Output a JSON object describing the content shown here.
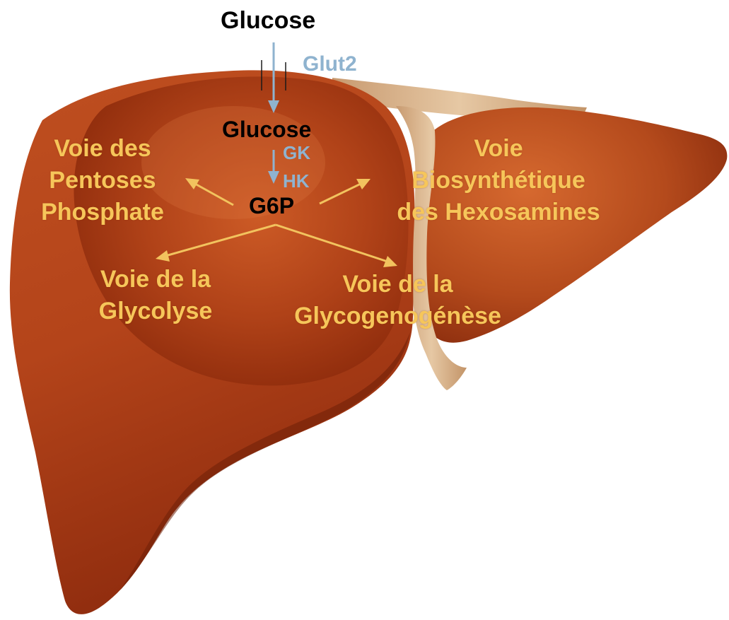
{
  "colors": {
    "background": "#ffffff",
    "liver_dark": "#8e2a0c",
    "liver_mid": "#b8481c",
    "liver_light": "#d2622e",
    "ligament": "#d9b48f",
    "pathway_text": "#f6c65a",
    "enzyme_text": "#8fb3cf",
    "metabolite_text": "#000000",
    "arrow_pathway": "#f2c35e",
    "arrow_transport": "#8fb3cf"
  },
  "labels": {
    "glucose_outside": "Glucose",
    "transporter": "Glut2",
    "glucose_inside": "Glucose",
    "enzyme_1": "GK",
    "enzyme_2": "HK",
    "g6p": "G6P"
  },
  "pathways": {
    "pentose": [
      "Voie des",
      "Pentoses",
      "Phosphate"
    ],
    "hexosamine": [
      "Voie",
      "Biosynthétique",
      "des Hexosamines"
    ],
    "glycolysis": [
      "Voie de la",
      "Glycolyse"
    ],
    "glycogenesis": [
      "Voie de la",
      "Glycogenogénèse"
    ]
  },
  "icons": {
    "membrane": "membrane-icon",
    "liver": "liver-illustration"
  }
}
